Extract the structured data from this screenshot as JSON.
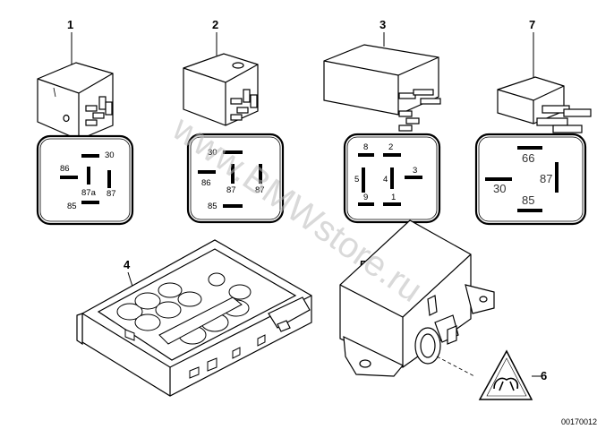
{
  "watermark": "www.BMWstore.ru",
  "diagram_code": "00170012",
  "items": [
    {
      "number": "1",
      "pins": [
        "30",
        "86",
        "87a",
        "87",
        "85"
      ]
    },
    {
      "number": "2",
      "pins": [
        "30",
        "86",
        "87",
        "87",
        "85"
      ]
    },
    {
      "number": "3",
      "pins": [
        "8",
        "2",
        "5",
        "4",
        "3",
        "9",
        "1"
      ]
    },
    {
      "number": "7",
      "pins": [
        "66",
        "30",
        "87",
        "85"
      ]
    },
    {
      "number": "4"
    },
    {
      "number": "5"
    },
    {
      "number": "6"
    }
  ]
}
